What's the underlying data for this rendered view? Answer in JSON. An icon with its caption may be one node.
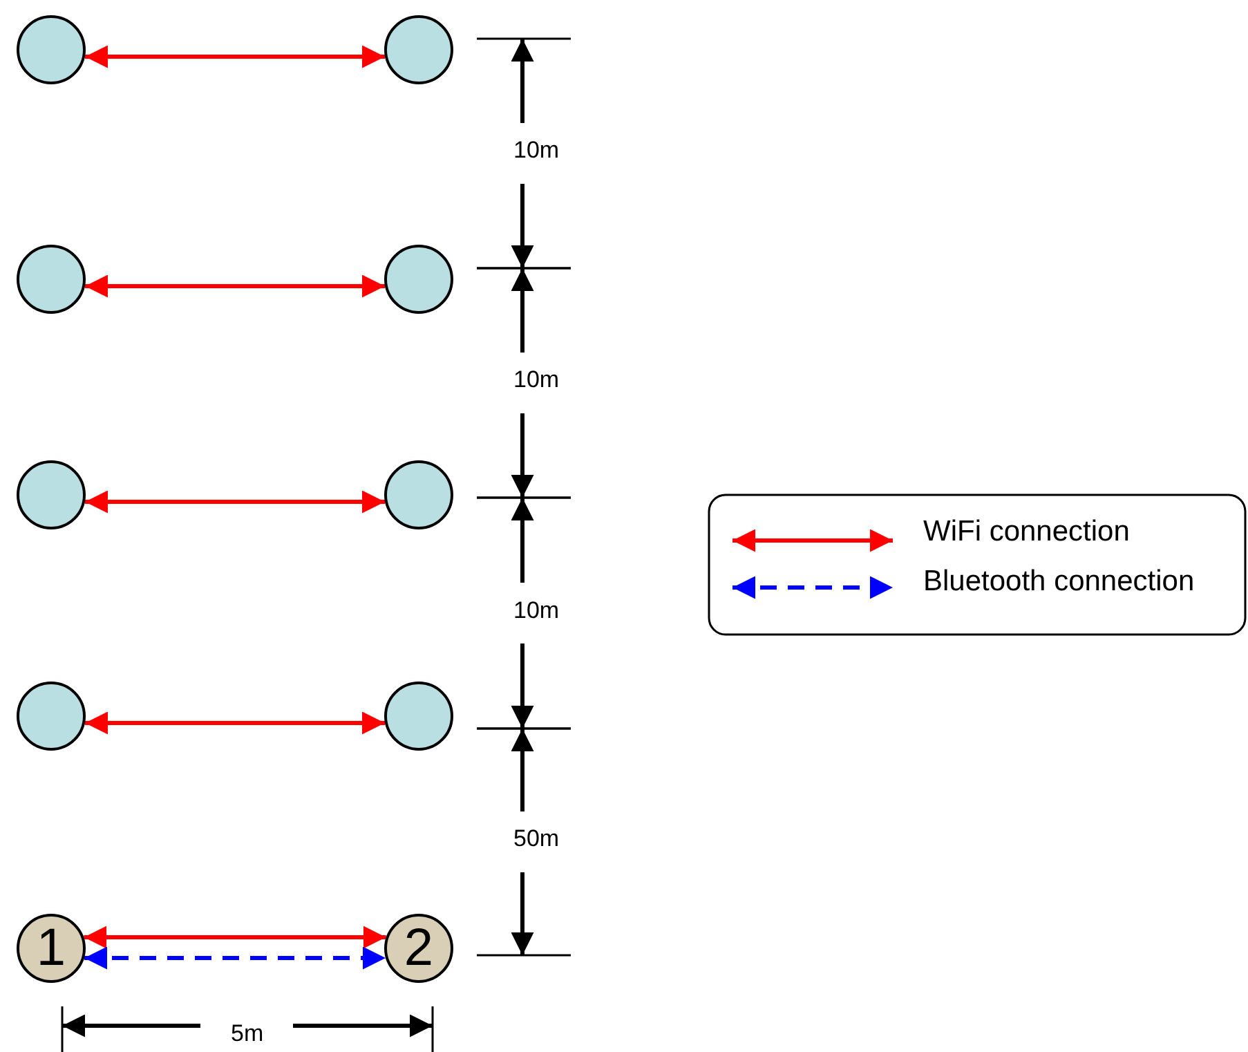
{
  "diagram": {
    "nodes": [
      {
        "text": [],
        "shape": "circle"
      },
      {
        "text": [],
        "shape": "circle"
      },
      {
        "text": [],
        "shape": "circle"
      },
      {
        "text": [],
        "shape": "circle"
      },
      {
        "text": [],
        "shape": "circle"
      },
      {
        "text": [],
        "shape": "circle"
      },
      {
        "text": [],
        "shape": "circle"
      },
      {
        "text": [],
        "shape": "circle"
      },
      {
        "text": [
          "1"
        ]
      },
      {
        "text": [
          "2"
        ]
      }
    ],
    "edges": [
      {
        "from": 0,
        "to": 1,
        "arrow": "both"
      },
      {
        "from": 2,
        "to": 3,
        "arrow": "both"
      },
      {
        "from": 4,
        "to": 5,
        "arrow": "both"
      },
      {
        "from": 6,
        "to": 7,
        "arrow": "both"
      },
      {
        "from": 8,
        "to": 9,
        "arrow": "both"
      },
      {
        "from": 8,
        "to": 9,
        "arrow": "both",
        "style": "dashed",
        "color": "#0000ff"
      }
    ],
    "labels": [
      "10m",
      "10m",
      "10m",
      "50m",
      "5m"
    ],
    "legend": [
      {
        "text": "WiFi connection"
      },
      {
        "text": "Bluetooth connection"
      }
    ]
  }
}
